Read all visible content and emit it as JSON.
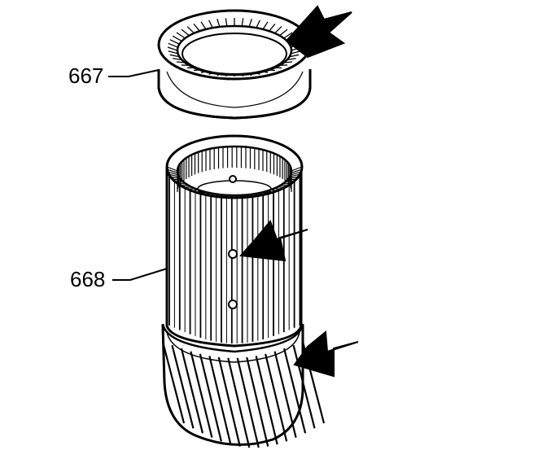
{
  "callouts": {
    "ring_part_number": "667",
    "sleeve_part_number": "668"
  },
  "colors": {
    "ink": "#000000",
    "paper": "#ffffff"
  },
  "icons": {
    "arrow_glyph": "filled-pointer-arrow"
  }
}
